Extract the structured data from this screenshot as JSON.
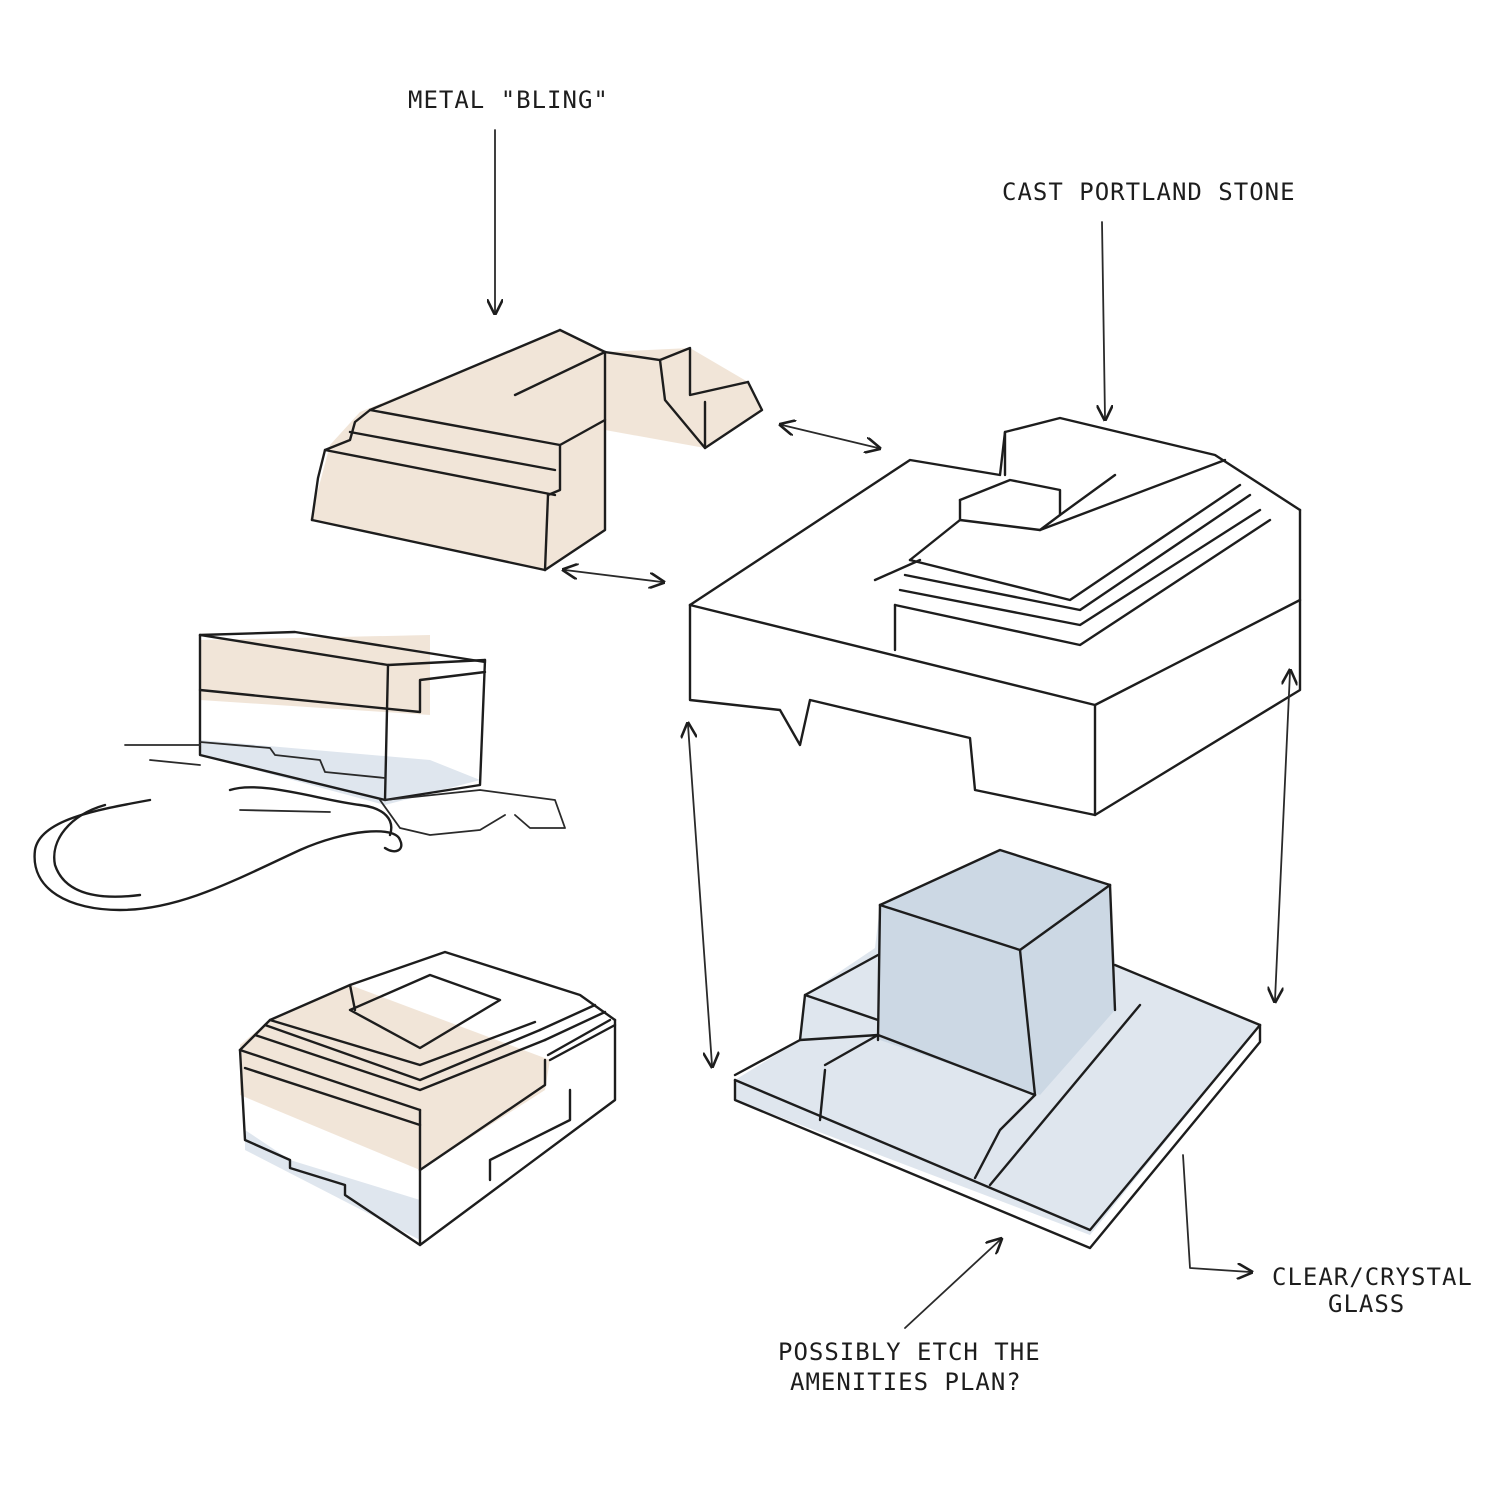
{
  "annotations": {
    "metal": "METAL \"BLING\"",
    "stone": "CAST PORTLAND STONE",
    "glass_line1": "CLEAR/CRYSTAL",
    "glass_line2": "GLASS",
    "etch_line1": "POSSIBLY ETCH THE",
    "etch_line2": "AMENITIES PLAN?"
  },
  "colors": {
    "ink": "#1d1d1d",
    "metal_wash": "#f0e2d4",
    "glass_wash": "#dfe6ee",
    "glass_wash_dark": "#c9d5e2",
    "stone_wash": "#ffffff"
  }
}
